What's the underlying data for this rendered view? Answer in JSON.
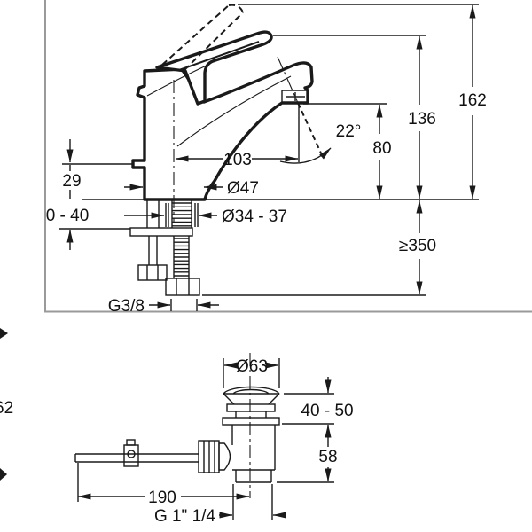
{
  "mixer": {
    "overall_height": "162",
    "handle_height": "136",
    "spout_height": "80",
    "spout_angle": "22°",
    "spout_reach": "103",
    "base_diameter": "Ø47",
    "hole_diameter": "Ø34 - 37",
    "side_lug_height": "29",
    "deck_thickness": "0 - 40",
    "hose_clearance": "≥350",
    "inlet_thread": "G3/8"
  },
  "waste": {
    "cap_diameter": "Ø63",
    "basin_thickness": "40 - 50",
    "lower_height": "58",
    "rod_length": "190",
    "outlet_thread": "G 1\" 1/4",
    "edge_fragment": "62"
  }
}
